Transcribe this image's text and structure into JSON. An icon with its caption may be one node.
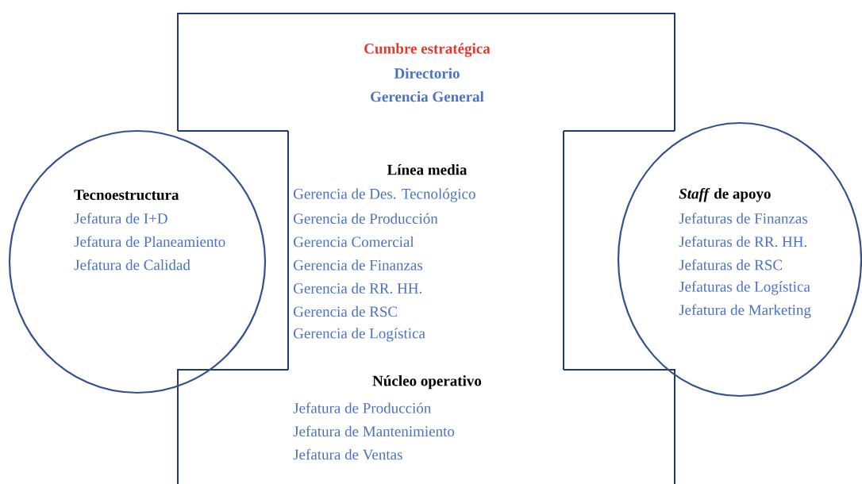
{
  "diagram": {
    "nodes": [
      {
        "text": [
          "Cumbre estratégica",
          "Directorio",
          "Gerencia General"
        ]
      },
      {
        "text": [
          "Línea media",
          "Gerencia de Des. Tecnológico",
          "Gerencia de Producción",
          "Gerencia Comercial",
          "Gerencia de Finanzas",
          "Gerencia de RR. HH.",
          "Gerencia de RSC",
          "Gerencia de Logística"
        ]
      },
      {
        "text": [
          "Núcleo operativo",
          "Jefatura de Producción",
          "Jefatura de Mantenimiento",
          "Jefatura de Ventas"
        ]
      },
      {
        "text": [
          "Tecnoestructura",
          "Jefatura de I+D",
          "Jefatura de Planeamiento",
          "Jefatura de Calidad"
        ]
      },
      {
        "text": [
          "*Staff* de apoyo",
          "Jefaturas de Finanzas",
          "Jefaturas de RR. HH.",
          "Jefaturas de RSC",
          "Jefaturas de Logística",
          "Jefatura de Marketing"
        ]
      }
    ]
  }
}
